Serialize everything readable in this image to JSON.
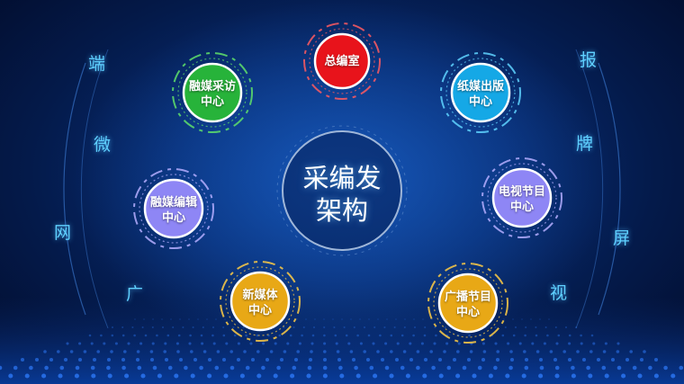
{
  "center": {
    "line1": "采编发",
    "line2": "架构"
  },
  "nodes": [
    {
      "id": "zongbianshi",
      "line1": "总编室",
      "line2": "",
      "color": "#e8131b",
      "ring": "#ff5a60"
    },
    {
      "id": "rongmei-caifang",
      "line1": "融媒采访",
      "line2": "中心",
      "color": "#27b33a",
      "ring": "#5fe06a"
    },
    {
      "id": "zhimei-chuban",
      "line1": "纸媒出版",
      "line2": "中心",
      "color": "#15a8e6",
      "ring": "#5fd3ff"
    },
    {
      "id": "rongmei-bianji",
      "line1": "融媒编辑",
      "line2": "中心",
      "color": "#8e86f5",
      "ring": "#b5aeff"
    },
    {
      "id": "dianshi-jiemu",
      "line1": "电视节目",
      "line2": "中心",
      "color": "#8e86f5",
      "ring": "#b5aeff"
    },
    {
      "id": "xinmeiti",
      "line1": "新媒体",
      "line2": "中心",
      "color": "#e8a816",
      "ring": "#ffcc44"
    },
    {
      "id": "guangbo-jiemu",
      "line1": "广播节目",
      "line2": "中心",
      "color": "#e8a816",
      "ring": "#ffcc44"
    }
  ],
  "left_side": [
    "端",
    "微",
    "网",
    "广"
  ],
  "right_side": [
    "报",
    "牌",
    "屏",
    "视"
  ]
}
